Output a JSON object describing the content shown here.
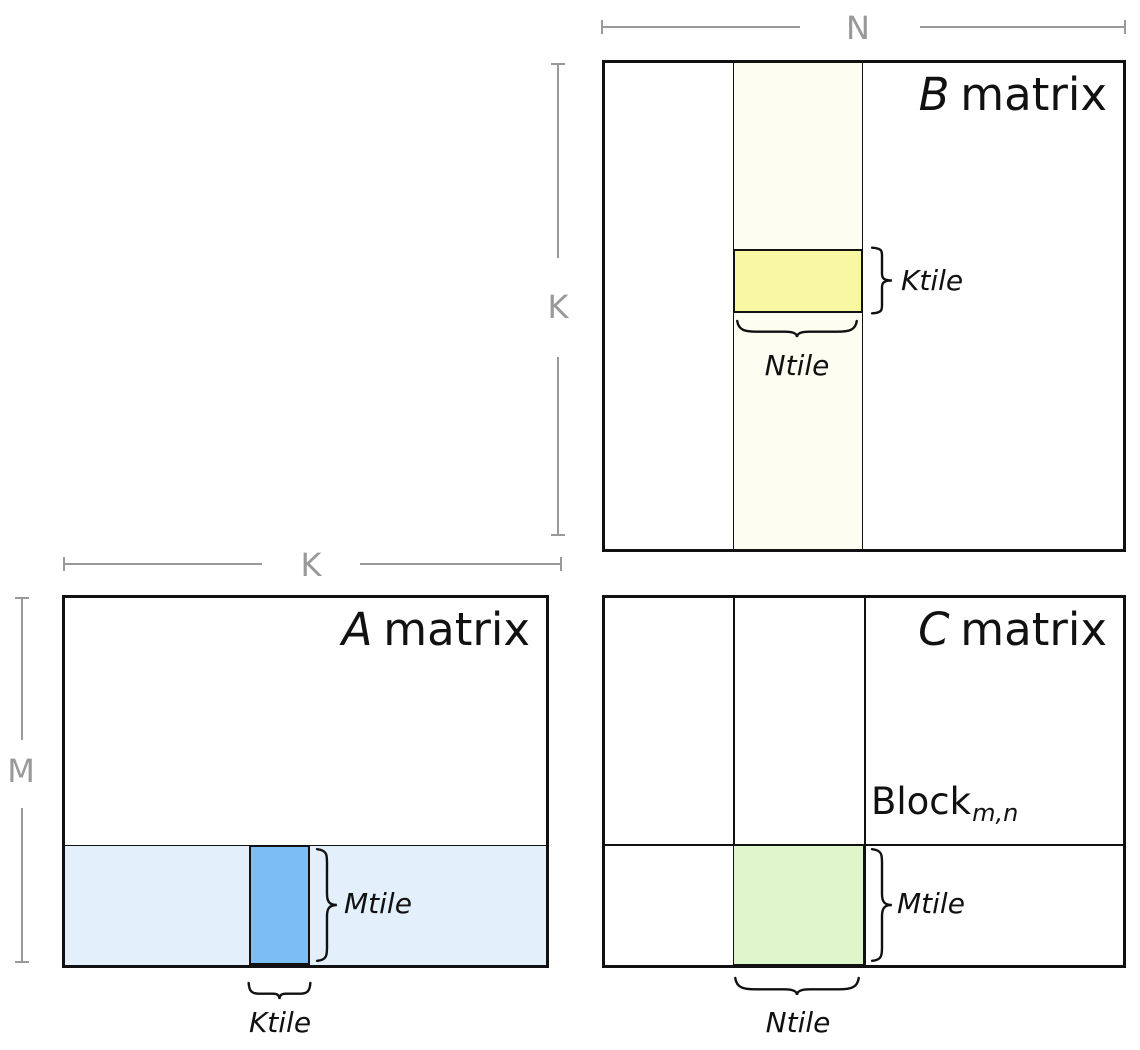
{
  "diagram": {
    "description": "GEMM matrix tiling diagram"
  },
  "colors": {
    "line_black": "#111111",
    "dim_gray": "#999999",
    "b_strip_fill": "#fdfdf2",
    "b_tile_fill": "#f8f8a2",
    "a_strip_fill": "#e4effc",
    "a_tile_fill": "#7abef5",
    "c_tile_fill": "#def6ca"
  },
  "matrices": {
    "a": {
      "letter": "A",
      "word": "matrix"
    },
    "b": {
      "letter": "B",
      "word": "matrix"
    },
    "c": {
      "letter": "C",
      "word": "matrix",
      "block_word": "Block",
      "block_subscript": "m,n"
    }
  },
  "dims": {
    "n": "N",
    "k_b": "K",
    "k_a": "K",
    "m": "M"
  },
  "tiles": {
    "b_ktile": "Ktile",
    "b_ntile": "Ntile",
    "a_mtile": "Mtile",
    "a_ktile": "Ktile",
    "c_mtile": "Mtile",
    "c_ntile": "Ntile"
  }
}
